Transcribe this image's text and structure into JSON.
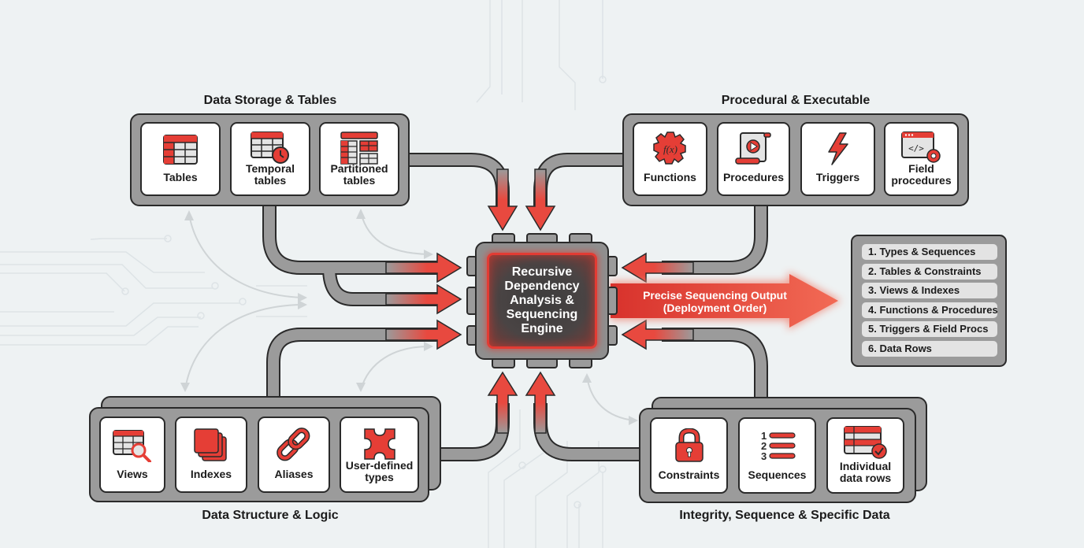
{
  "colors": {
    "accent": "#e53e36",
    "panel": "#9b9b9b",
    "outline": "#2a2a2a",
    "background": "#eef2f3"
  },
  "groups": {
    "storage": {
      "title": "Data Storage & Tables",
      "items": [
        {
          "label": "Tables",
          "icon": "table-icon"
        },
        {
          "label": "Temporal\ntables",
          "icon": "temporal-table-icon"
        },
        {
          "label": "Partitioned\ntables",
          "icon": "partitioned-table-icon"
        }
      ]
    },
    "procedural": {
      "title": "Procedural & Executable",
      "items": [
        {
          "label": "Functions",
          "icon": "function-gear-icon"
        },
        {
          "label": "Procedures",
          "icon": "procedure-scroll-icon"
        },
        {
          "label": "Triggers",
          "icon": "lightning-icon"
        },
        {
          "label": "Field\nprocedures",
          "icon": "code-window-gear-icon"
        }
      ]
    },
    "structure": {
      "title": "Data Structure & Logic",
      "items": [
        {
          "label": "Views",
          "icon": "view-search-icon"
        },
        {
          "label": "Indexes",
          "icon": "stacked-pages-icon"
        },
        {
          "label": "Aliases",
          "icon": "link-icon"
        },
        {
          "label": "User-defined\ntypes",
          "icon": "puzzle-icon"
        }
      ]
    },
    "integrity": {
      "title": "Integrity, Sequence & Specific Data",
      "items": [
        {
          "label": "Constraints",
          "icon": "lock-icon"
        },
        {
          "label": "Sequences",
          "icon": "numbered-list-icon"
        },
        {
          "label": "Individual\ndata rows",
          "icon": "table-check-icon"
        }
      ]
    }
  },
  "engine": {
    "label": "Recursive\nDependency\nAnalysis &\nSequencing\nEngine"
  },
  "output": {
    "label": "Precise Sequencing Output\n(Deployment Order)",
    "order": [
      "1. Types & Sequences",
      "2. Tables & Constraints",
      "3. Views & Indexes",
      "4. Functions & Procedures",
      "5. Triggers & Field Procs",
      "6. Data Rows"
    ]
  }
}
